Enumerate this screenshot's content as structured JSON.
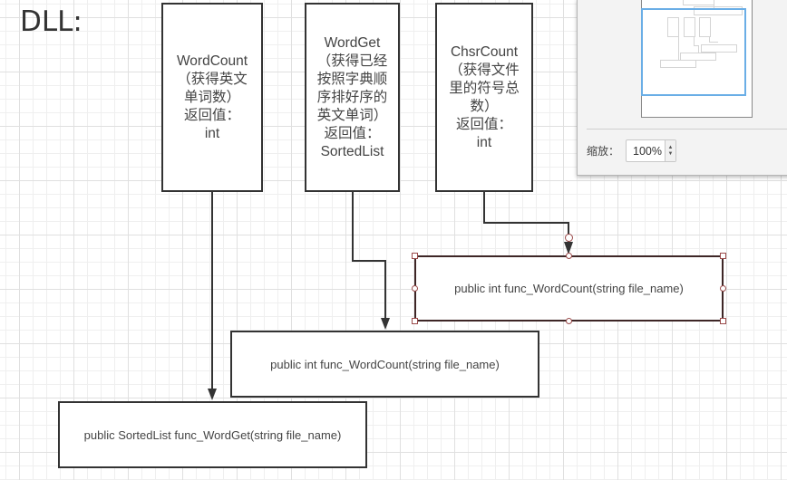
{
  "canvas": {
    "title": "DLL:"
  },
  "modules": [
    {
      "name": "WordCount",
      "lines": [
        "WordCount",
        "（获得英文",
        "单词数）",
        "返回值：",
        "int"
      ]
    },
    {
      "name": "WordGet",
      "lines": [
        "WordGet",
        "（获得已经",
        "按照字典顺",
        "序排好序的",
        "英文单词）",
        "返回值：",
        "SortedList"
      ]
    },
    {
      "name": "ChsrCount",
      "lines": [
        "ChsrCount",
        "（获得文件",
        "里的符号总",
        "数）",
        "返回值：",
        "int"
      ]
    }
  ],
  "functions": [
    {
      "label": "public int func_WordCount(string file_name)",
      "selected": true
    },
    {
      "label": "public int func_WordCount(string file_name)",
      "selected": false
    },
    {
      "label": "public SortedList func_WordGet(string file_name)",
      "selected": false
    }
  ],
  "colors": {
    "line": "#333333",
    "selection": "#9a4a4a",
    "viewport": "#6aaee6"
  },
  "navigator": {
    "zoom_label": "缩放：",
    "zoom_value": "100%",
    "spin_up": "▲",
    "spin_down": "▼"
  }
}
